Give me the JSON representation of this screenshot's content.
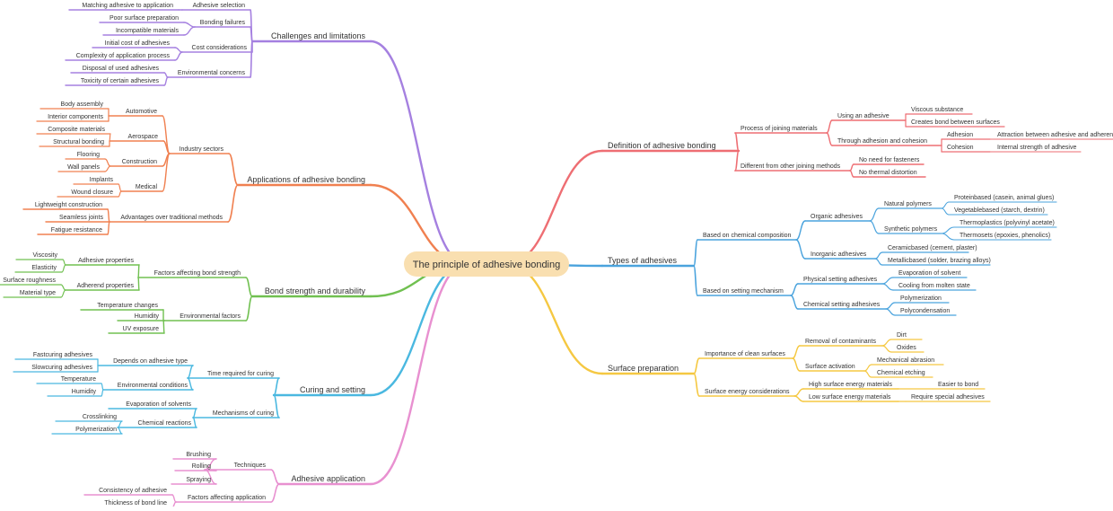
{
  "root": "The principle of adhesive bonding",
  "colors": {
    "root_fill": "#f9dfb0",
    "definition": "#ee6e73",
    "types": "#4aa3dd",
    "surface": "#f5c842",
    "challenges": "#a580e0",
    "applications": "#f08050",
    "strength": "#70c050",
    "curing": "#4ab8e0",
    "application": "#e890d0"
  },
  "branches": [
    {
      "id": "definition",
      "label": "Definition of adhesive bonding",
      "color": "definition",
      "children": [
        {
          "label": "Process of joining materials",
          "children": [
            {
              "label": "Using an adhesive",
              "children": [
                {
                  "label": "Viscous substance"
                },
                {
                  "label": "Creates bond between surfaces"
                }
              ]
            },
            {
              "label": "Through adhesion and cohesion",
              "children": [
                {
                  "label": "Adhesion",
                  "children": [
                    {
                      "label": "Attraction between adhesive and adherend"
                    }
                  ]
                },
                {
                  "label": "Cohesion",
                  "children": [
                    {
                      "label": "Internal strength of adhesive"
                    }
                  ]
                }
              ]
            }
          ]
        },
        {
          "label": "Different from other joining methods",
          "children": [
            {
              "label": "No need for fasteners"
            },
            {
              "label": "No thermal distortion"
            }
          ]
        }
      ]
    },
    {
      "id": "types",
      "label": "Types of adhesives",
      "color": "types",
      "children": [
        {
          "label": "Based on chemical composition",
          "children": [
            {
              "label": "Organic adhesives",
              "children": [
                {
                  "label": "Natural polymers",
                  "children": [
                    {
                      "label": "Proteinbased (casein, animal glues)"
                    },
                    {
                      "label": "Vegetablebased (starch, dextrin)"
                    }
                  ]
                },
                {
                  "label": "Synthetic polymers",
                  "children": [
                    {
                      "label": "Thermoplastics (polyvinyl acetate)"
                    },
                    {
                      "label": "Thermosets (epoxies, phenolics)"
                    }
                  ]
                }
              ]
            },
            {
              "label": "Inorganic adhesives",
              "children": [
                {
                  "label": "Ceramicbased (cement, plaster)"
                },
                {
                  "label": "Metallicbased (solder, brazing alloys)"
                }
              ]
            }
          ]
        },
        {
          "label": "Based on setting mechanism",
          "children": [
            {
              "label": "Physical setting adhesives",
              "children": [
                {
                  "label": "Evaporation of solvent"
                },
                {
                  "label": "Cooling from molten state"
                }
              ]
            },
            {
              "label": "Chemical setting adhesives",
              "children": [
                {
                  "label": "Polymerization"
                },
                {
                  "label": "Polycondensation"
                }
              ]
            }
          ]
        }
      ]
    },
    {
      "id": "surface",
      "label": "Surface preparation",
      "color": "surface",
      "children": [
        {
          "label": "Importance of clean surfaces",
          "children": [
            {
              "label": "Removal of contaminants",
              "children": [
                {
                  "label": "Dirt"
                },
                {
                  "label": "Oxides"
                }
              ]
            },
            {
              "label": "Surface activation",
              "children": [
                {
                  "label": "Mechanical abrasion"
                },
                {
                  "label": "Chemical etching"
                }
              ]
            }
          ]
        },
        {
          "label": "Surface energy considerations",
          "children": [
            {
              "label": "High surface energy materials",
              "children": [
                {
                  "label": "Easier to bond"
                }
              ]
            },
            {
              "label": "Low surface energy materials",
              "children": [
                {
                  "label": "Require special adhesives"
                }
              ]
            }
          ]
        }
      ]
    },
    {
      "id": "challenges",
      "label": "Challenges and limitations",
      "color": "challenges",
      "children": [
        {
          "label": "Adhesive selection",
          "children": [
            {
              "label": "Matching adhesive to application"
            }
          ]
        },
        {
          "label": "Bonding failures",
          "children": [
            {
              "label": "Poor surface preparation"
            },
            {
              "label": "Incompatible materials"
            }
          ]
        },
        {
          "label": "Cost considerations",
          "children": [
            {
              "label": "Initial cost of adhesives"
            },
            {
              "label": "Complexity of application process"
            }
          ]
        },
        {
          "label": "Environmental concerns",
          "children": [
            {
              "label": "Disposal of used adhesives"
            },
            {
              "label": "Toxicity of certain adhesives"
            }
          ]
        }
      ]
    },
    {
      "id": "applications",
      "label": "Applications of adhesive bonding",
      "color": "applications",
      "children": [
        {
          "label": "Industry sectors",
          "children": [
            {
              "label": "Automotive",
              "children": [
                {
                  "label": "Body assembly"
                },
                {
                  "label": "Interior components"
                }
              ]
            },
            {
              "label": "Aerospace",
              "children": [
                {
                  "label": "Composite materials"
                },
                {
                  "label": "Structural bonding"
                }
              ]
            },
            {
              "label": "Construction",
              "children": [
                {
                  "label": "Flooring"
                },
                {
                  "label": "Wall panels"
                }
              ]
            },
            {
              "label": "Medical",
              "children": [
                {
                  "label": "Implants"
                },
                {
                  "label": "Wound closure"
                }
              ]
            }
          ]
        },
        {
          "label": "Advantages over traditional methods",
          "children": [
            {
              "label": "Lightweight construction"
            },
            {
              "label": "Seamless joints"
            },
            {
              "label": "Fatigue resistance"
            }
          ]
        }
      ]
    },
    {
      "id": "strength",
      "label": "Bond strength and durability",
      "color": "strength",
      "children": [
        {
          "label": "Factors affecting bond strength",
          "children": [
            {
              "label": "Adhesive properties",
              "children": [
                {
                  "label": "Viscosity"
                },
                {
                  "label": "Elasticity"
                }
              ]
            },
            {
              "label": "Adherend properties",
              "children": [
                {
                  "label": "Surface roughness"
                },
                {
                  "label": "Material type"
                }
              ]
            }
          ]
        },
        {
          "label": "Environmental factors",
          "children": [
            {
              "label": "Temperature changes"
            },
            {
              "label": "Humidity"
            },
            {
              "label": "UV exposure"
            }
          ]
        }
      ]
    },
    {
      "id": "curing",
      "label": "Curing and setting",
      "color": "curing",
      "children": [
        {
          "label": "Time required for curing",
          "children": [
            {
              "label": "Depends on adhesive type",
              "children": [
                {
                  "label": "Fastcuring adhesives"
                },
                {
                  "label": "Slowcuring adhesives"
                }
              ]
            },
            {
              "label": "Environmental conditions",
              "children": [
                {
                  "label": "Temperature"
                },
                {
                  "label": "Humidity"
                }
              ]
            }
          ]
        },
        {
          "label": "Mechanisms of curing",
          "children": [
            {
              "label": "Evaporation of solvents"
            },
            {
              "label": "Chemical reactions",
              "children": [
                {
                  "label": "Crosslinking"
                },
                {
                  "label": "Polymerization"
                }
              ]
            }
          ]
        }
      ]
    },
    {
      "id": "application",
      "label": "Adhesive application",
      "color": "application",
      "children": [
        {
          "label": "Techniques",
          "children": [
            {
              "label": "Brushing"
            },
            {
              "label": "Rolling"
            },
            {
              "label": "Spraying"
            }
          ]
        },
        {
          "label": "Factors affecting application",
          "children": [
            {
              "label": "Consistency of adhesive"
            },
            {
              "label": "Thickness of bond line"
            }
          ]
        }
      ]
    }
  ]
}
